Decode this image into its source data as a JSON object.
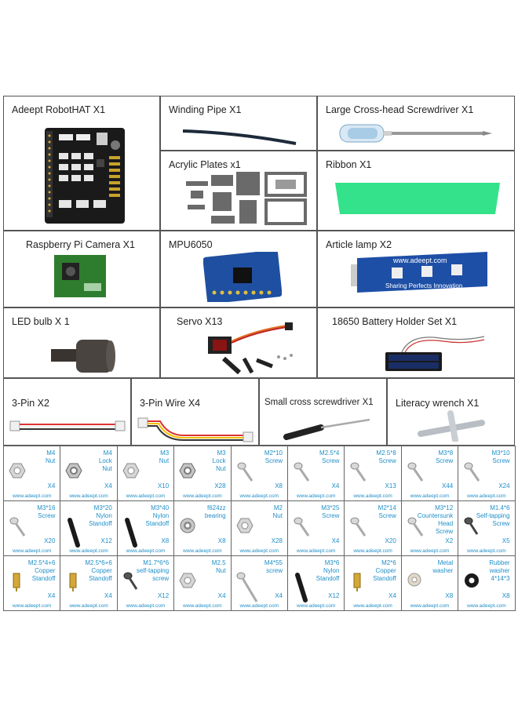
{
  "url": "www.adeept.com",
  "components": {
    "robothat": "Adeept RobotHAT X1",
    "winding_pipe": "Winding Pipe  X1",
    "screwdriver_large": "Large Cross-head Screwdriver X1",
    "acrylic": "Acrylic Plates x1",
    "ribbon": "Ribbon X1",
    "camera": "Raspberry Pi Camera X1",
    "mpu": "MPU6050",
    "lamp": "Article lamp X2",
    "led": "LED bulb X 1",
    "servo": "Servo X13",
    "battery": "18650  Battery  Holder  Set  X1",
    "pin3": "3-Pin  X2",
    "pin3_wire": "3-Pin Wire   X4",
    "screwdriver_small": "Small cross screwdriver X1",
    "wrench": "Literacy wrench X1"
  },
  "lamp_text": {
    "site": "www.adeept.com",
    "slogan": "Sharing Perfects Innovation"
  },
  "parts": [
    {
      "name": "M4\nNut",
      "qty": "X4",
      "icon": "nut-icon"
    },
    {
      "name": "M4\nLock\nNut",
      "qty": "X4",
      "icon": "lock-nut-icon"
    },
    {
      "name": "M3\nNut",
      "qty": "X10",
      "icon": "nut-icon"
    },
    {
      "name": "M3\nLock\nNut",
      "qty": "X28",
      "icon": "lock-nut-icon"
    },
    {
      "name": "M2*10\nScrew",
      "qty": "X8",
      "icon": "screw-icon"
    },
    {
      "name": "M2.5*4\nScrew",
      "qty": "X4",
      "icon": "screw-icon"
    },
    {
      "name": "M2.5*8\nScrew",
      "qty": "X13",
      "icon": "screw-icon"
    },
    {
      "name": "M3*8\nScrew",
      "qty": "X44",
      "icon": "screw-icon"
    },
    {
      "name": "M3*10\nScrew",
      "qty": "X24",
      "icon": "screw-icon"
    },
    {
      "name": "M3*16\nScrew",
      "qty": "X20",
      "icon": "screw-icon"
    },
    {
      "name": "M3*20\nNylon\nStandoff",
      "qty": "X12",
      "icon": "standoff-icon"
    },
    {
      "name": "M3*40\nNylon\nStandoff",
      "qty": "X8",
      "icon": "standoff-icon"
    },
    {
      "name": "f624zz\nbearing",
      "qty": "X8",
      "icon": "bearing-icon"
    },
    {
      "name": "M2\nNut",
      "qty": "X28",
      "icon": "nut-icon"
    },
    {
      "name": "M3*25\nScrew",
      "qty": "X4",
      "icon": "screw-icon"
    },
    {
      "name": "M2*14\nScrew",
      "qty": "X20",
      "icon": "screw-icon"
    },
    {
      "name": "M3*12\nCountersunk\nHead\nScrew",
      "qty": "X2",
      "icon": "screw-icon"
    },
    {
      "name": "M1.4*6\nSelf-tapping\nScrew",
      "qty": "X5",
      "icon": "tapping-screw-icon"
    },
    {
      "name": "M2.5*4+6\nCopper\nStandoff",
      "qty": "X4",
      "icon": "copper-standoff-icon"
    },
    {
      "name": "M2.5*6+6\nCopper\nStandoff",
      "qty": "X4",
      "icon": "copper-standoff-icon"
    },
    {
      "name": "M1.7*6*6\nself-tapping\nscrew",
      "qty": "X12",
      "icon": "tapping-screw-icon"
    },
    {
      "name": "M2.5\nNut",
      "qty": "X4",
      "icon": "nut-icon"
    },
    {
      "name": "M4*55\nscrew",
      "qty": "X4",
      "icon": "long-screw-icon"
    },
    {
      "name": "M3*6\nNylon\nStandoff",
      "qty": "X12",
      "icon": "standoff-icon"
    },
    {
      "name": "M2*6\nCopper\nStandoff",
      "qty": "X4",
      "icon": "copper-standoff-icon"
    },
    {
      "name": "Metal\nwasher",
      "qty": "X8",
      "icon": "washer-icon"
    },
    {
      "name": "Rubber\nwasher\n4*14*3",
      "qty": "X8",
      "icon": "rubber-washer-icon"
    }
  ]
}
